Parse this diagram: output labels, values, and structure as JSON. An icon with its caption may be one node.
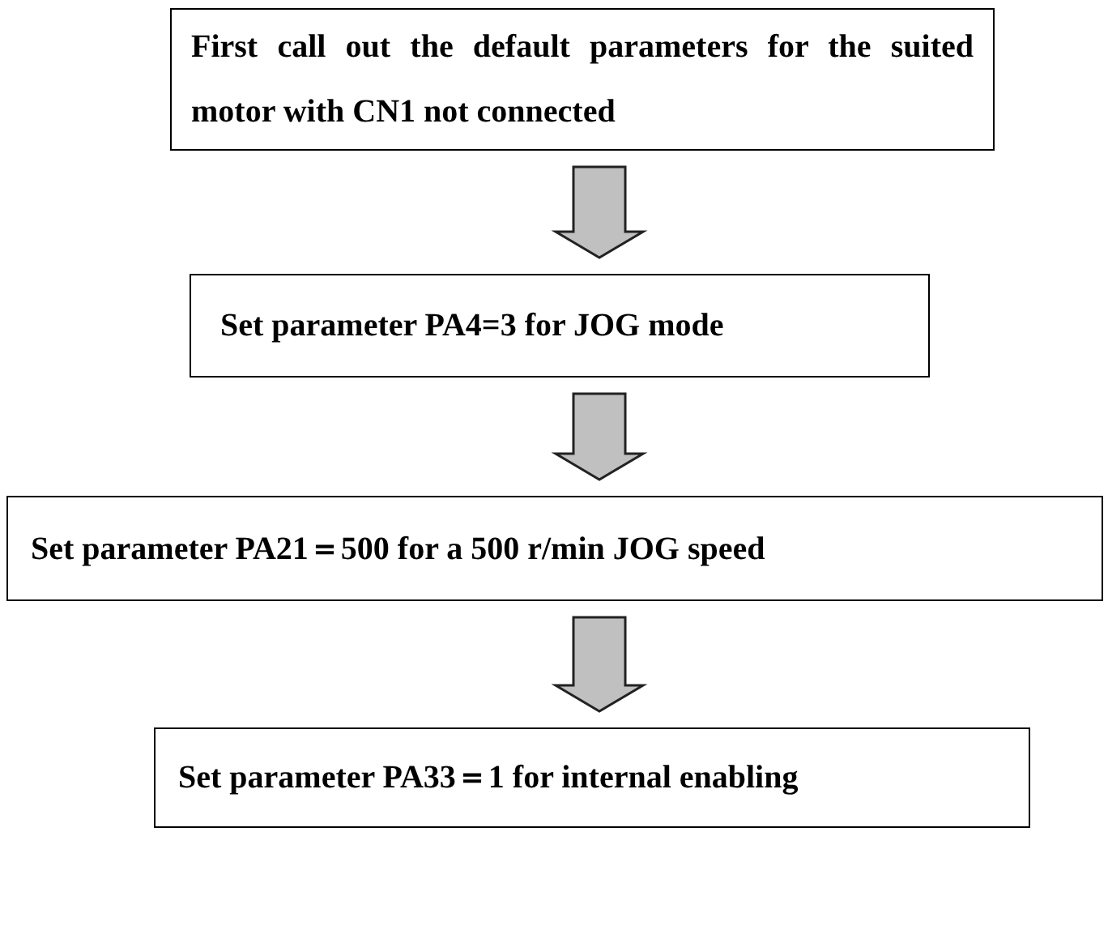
{
  "diagram": {
    "nodes": [
      {
        "text": [
          "First call out the default parameters for the suited motor with CN1 not connected"
        ]
      },
      {
        "text": [
          "Set parameter PA4=3 for JOG mode"
        ]
      },
      {
        "text": [
          "Set parameter PA21＝500 for a 500 r/min JOG speed"
        ]
      },
      {
        "text": [
          "Set parameter PA33＝1 for internal enabling"
        ]
      }
    ],
    "edges": [
      {
        "from": 0,
        "to": 1,
        "arrow": "to"
      },
      {
        "from": 1,
        "to": 2,
        "arrow": "to"
      },
      {
        "from": 2,
        "to": 3,
        "arrow": "to"
      }
    ]
  }
}
